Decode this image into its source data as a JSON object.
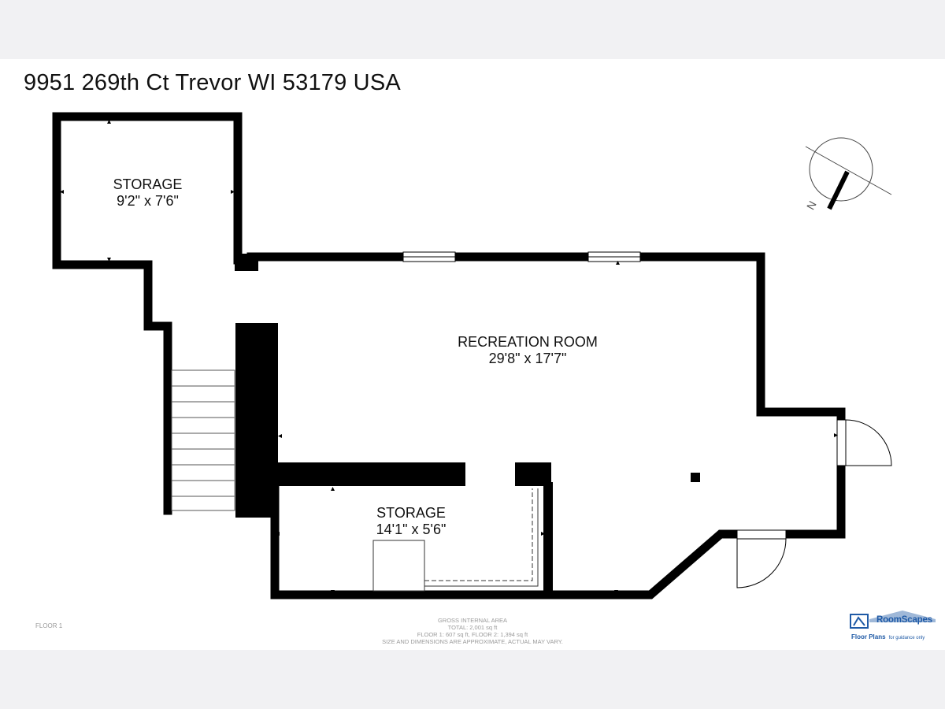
{
  "header": {
    "address": "9951 269th Ct Trevor WI 53179 USA"
  },
  "rooms": [
    {
      "id": "storage-top",
      "name": "STORAGE",
      "dimensions": "9'2\" x 7'6\""
    },
    {
      "id": "recreation",
      "name": "RECREATION ROOM",
      "dimensions": "29'8\" x 17'7\""
    },
    {
      "id": "storage-bottom",
      "name": "STORAGE",
      "dimensions": "14'1\" x 5'6\""
    }
  ],
  "compass": {
    "label": "N"
  },
  "footer": {
    "floor_label": "FLOOR 1",
    "lines": [
      "GROSS INTERNAL AREA",
      "TOTAL: 2,001 sq ft",
      "FLOOR 1: 607 sq ft, FLOOR 2: 1,394 sq ft",
      "SIZE AND DIMENSIONS ARE APPROXIMATE, ACTUAL MAY VARY."
    ]
  },
  "brand": {
    "name": "RoomScapes",
    "tagline": "Floor Plans",
    "note": "for guidance only",
    "color": "#1f5aa6"
  },
  "colors": {
    "wall": "#000000",
    "background": "#f1f1f3",
    "sheet": "#ffffff"
  }
}
